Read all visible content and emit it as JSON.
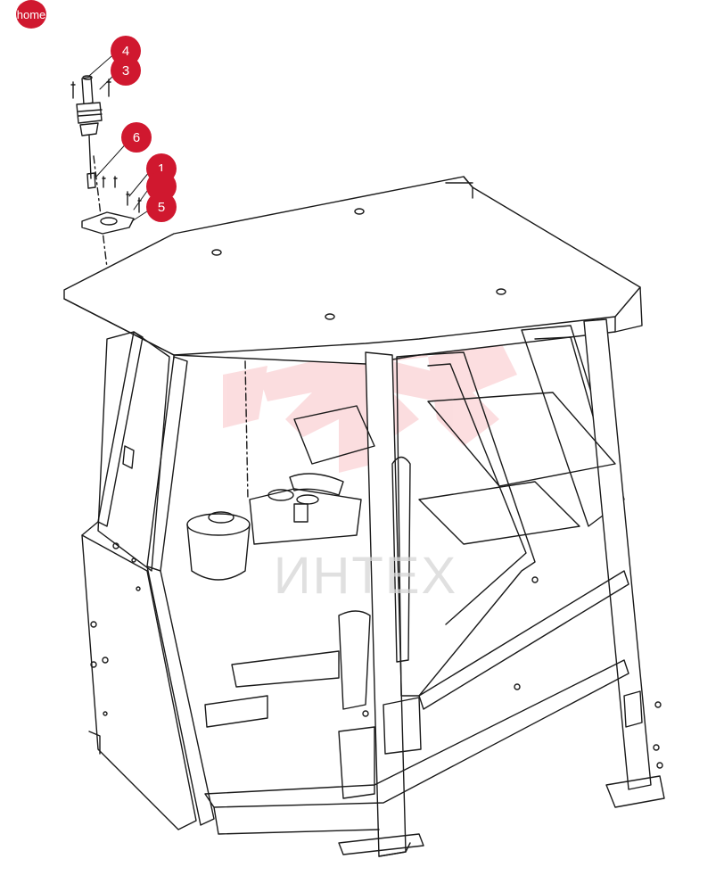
{
  "nav": {
    "home_label": "home"
  },
  "watermark": {
    "text": "ИНТЕХ",
    "color": "#f06a72"
  },
  "callouts": [
    "4",
    "3",
    "6",
    "1",
    "5"
  ],
  "colors": {
    "callout": "#d0182f",
    "line": "#1a1a1a"
  }
}
